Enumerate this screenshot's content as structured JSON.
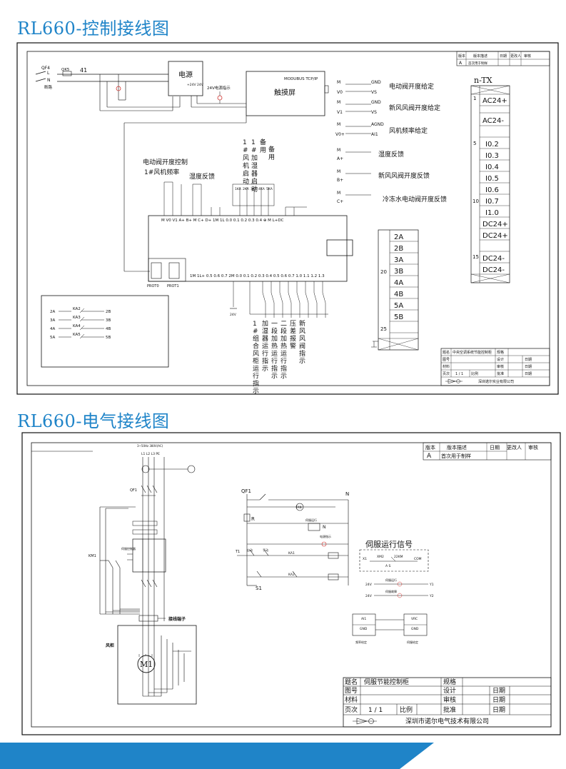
{
  "titles": {
    "control": "RL660-控制接线图",
    "electrical": "RL660-电气接线图"
  },
  "control": {
    "rev_header": [
      "版本",
      "版本描述",
      "日期",
      "更改人",
      "审核"
    ],
    "rev_row": [
      "A",
      "首次用于制样"
    ],
    "qf4": "QF4",
    "l": "L",
    "n": "N",
    "qs": "QK5",
    "label41": "41",
    "breaker_note": "断路",
    "power_box": "电源",
    "power_terms": "+24V  24V",
    "indicator": "24V电源指示",
    "touch_label": "MODUBUS TCP/IP",
    "touch_box": "触摸屏",
    "outputs": [
      {
        "m": "M",
        "t1": "GND",
        "t2": "V0",
        "t3": "VS",
        "label": "电动阀开度给定"
      },
      {
        "m": "M",
        "t1": "GND",
        "t2": "V1",
        "t3": "VS",
        "label": "新风风阀开度给定"
      },
      {
        "m": "M",
        "t1": "AGND",
        "t2": "V0+",
        "t3": "AI1",
        "label": "风机频率给定"
      },
      {
        "m": "M",
        "t1": "",
        "t2": "A+",
        "t3": "",
        "label": "湿度反馈"
      },
      {
        "m": "M",
        "t1": "",
        "t2": "B+",
        "t3": "",
        "label": "新风风阀开度反馈"
      },
      {
        "m": "M",
        "t1": "",
        "t2": "C+",
        "t3": "",
        "label": "冷冻水电动阀开度反馈"
      }
    ],
    "vert_labels": [
      "1#风机启动",
      "1#加湿器启动",
      "备用",
      "备用"
    ],
    "valve_ctrl": "电动阀开度控制",
    "fan_freq": "1#风机频率",
    "humid_fb": "湿度反馈",
    "relays": [
      "1KA",
      "2KA",
      "3KA",
      "4KA",
      "5KA"
    ],
    "plc_top": "M  V0  V1  A+  B+  M  C+  D+  1M  1L  0.0  0.1  0.2  0.3  0.4  ⊕  M  L+DC",
    "plc_bottom": "1M  1L+  0.5  0.6  0.7  2M  0.0  0.1  0.2  0.3  0.4  0.5  0.6  0.7  1.0  1.1  1.2  1.3",
    "port0": "PROT0",
    "port1": "PROT1",
    "v24": "24V",
    "bottom_labels": [
      "1#组合风柜运行指示",
      "加湿器运行指示",
      "一段加热运行指示",
      "二段加热运行指示",
      "压差报警",
      "新风风阀指示"
    ],
    "ka_rows": [
      {
        "a": "2A",
        "k": "KA2",
        "b": "2B"
      },
      {
        "a": "3A",
        "k": "KA3",
        "b": "3B"
      },
      {
        "a": "4A",
        "k": "KA4",
        "b": "4B"
      },
      {
        "a": "5A",
        "k": "KA5",
        "b": "5B"
      }
    ],
    "terminals": [
      "2A",
      "2B",
      "3A",
      "3B",
      "4A",
      "4B",
      "5A",
      "5B"
    ],
    "term_nums": [
      "20",
      "25"
    ],
    "ntx_title": "n-TX",
    "ntx": [
      "AC24+",
      "AC24-",
      "I0.2",
      "I0.3",
      "I0.4",
      "I0.5",
      "I0.6",
      "I0.7",
      "I1.0",
      "DC24+",
      "DC24+",
      "DC24-",
      "DC24-"
    ],
    "ntx_nums": [
      "1",
      "5",
      "10",
      "15"
    ],
    "tb": {
      "name_k": "题名",
      "name_v": "中央空调系统节能控制柜",
      "spec": "规格",
      "no_k": "图号",
      "design": "设计",
      "date": "日期",
      "mat": "材料",
      "check": "审核",
      "page_k": "页次",
      "page_v": "1 / 1",
      "ratio": "比例",
      "approve": "批准",
      "company": "深圳诺尔实业有限公司"
    }
  },
  "electrical": {
    "rev_header": [
      "版本",
      "版本描述",
      "日期",
      "更改人",
      "审核"
    ],
    "rev_row": [
      "A",
      "首次用于制样"
    ],
    "supply": "3~50Hz 380V(AC)",
    "lines": "L1  L2  L3  PE",
    "qf1": "QF1",
    "km1": "KM1",
    "servo": "伺服控制器",
    "terminal_block": "接线端子",
    "motor": "M1",
    "cabinet": "风柜",
    "qf1_right": "QF1",
    "n": "N",
    "fan": "FAN",
    "r": "R",
    "hl_a": "伺服运行",
    "hl_b": "电源指示",
    "t1": "T1",
    "auto": "自动",
    "manual": "手动",
    "s1": "S1",
    "ka1": "KA1",
    "ka2": "KA2",
    "servo_signal": "伺服运行信号",
    "x1": "X1",
    "xm2": "XM2",
    "km22": "22KM",
    "com": "COM",
    "as": "A   S",
    "v24": "24V",
    "y1": "Y1",
    "y2": "Y2",
    "servo_run": "伺服运行",
    "servo_fault": "伺服故障",
    "ai1": "AI1",
    "gnd": "GND",
    "vrc": "VRC",
    "src": "频率给定",
    "dst": "伺服给定",
    "tb": {
      "name_k": "题名",
      "name_v": "伺服节能控制柜",
      "spec": "规格",
      "no_k": "图号",
      "design": "设计",
      "date": "日期",
      "mat": "材料",
      "check": "审核",
      "page_k": "页次",
      "page_v": "1 / 1",
      "ratio": "比例",
      "approve": "批准",
      "company": "深圳市诺尔电气技术有限公司"
    }
  },
  "colors": {
    "accent": "#1f84c8",
    "ink": "#111111",
    "red": "#d0312d"
  }
}
